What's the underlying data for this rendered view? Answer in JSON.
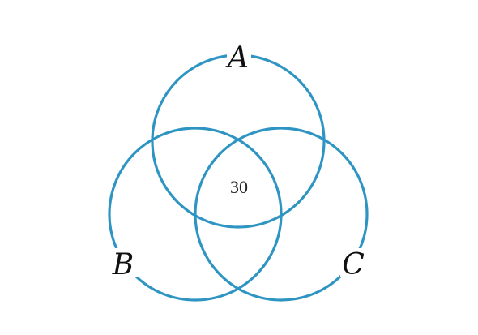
{
  "diagram": {
    "type": "venn",
    "stroke_color": "#2e95c3",
    "sets": [
      {
        "label": "A"
      },
      {
        "label": "B"
      },
      {
        "label": "C"
      }
    ],
    "regions": [
      {
        "sets": [
          "A",
          "B",
          "C"
        ],
        "value": "30"
      }
    ]
  }
}
